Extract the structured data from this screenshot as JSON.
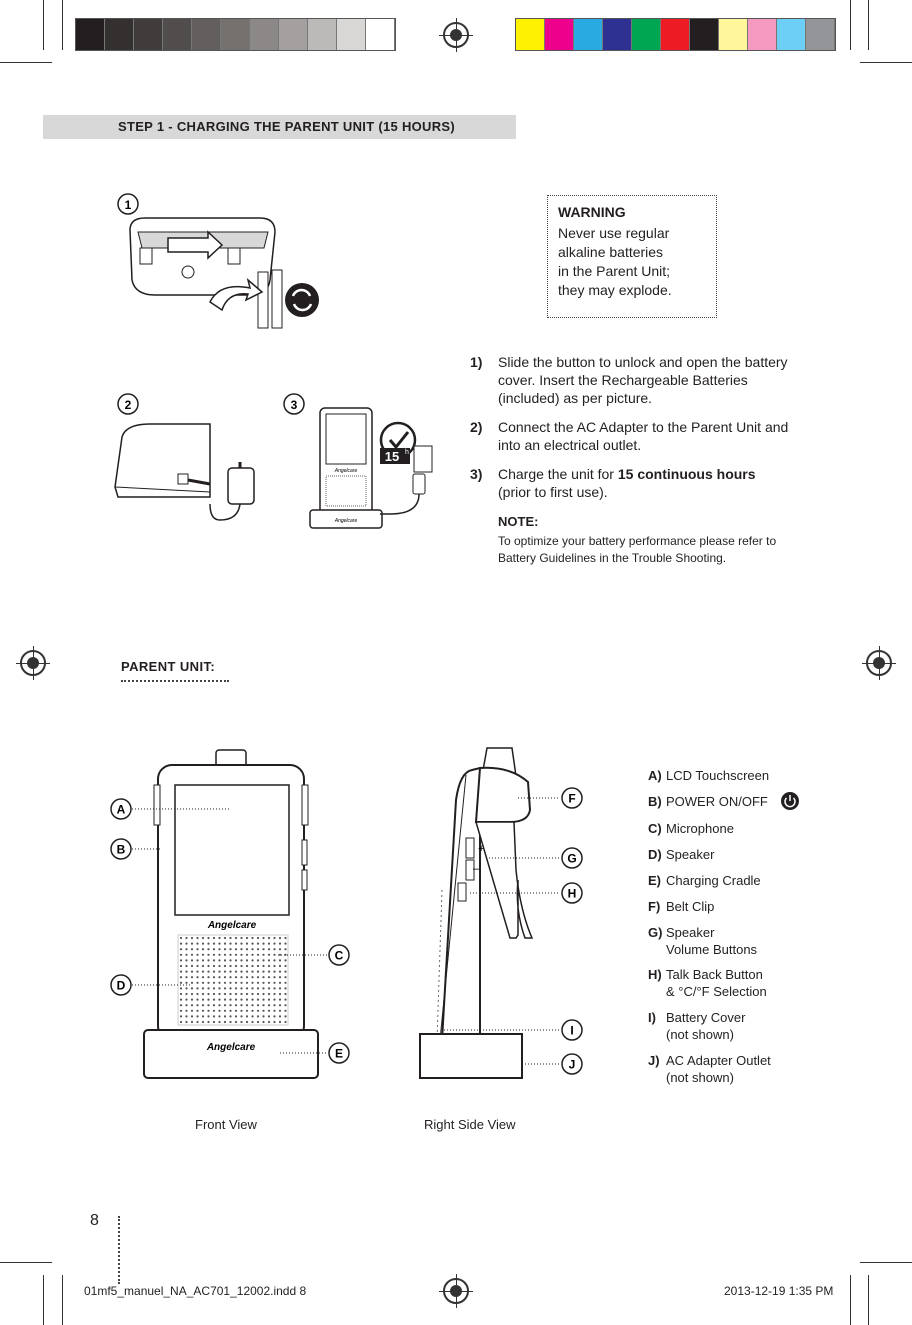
{
  "print_marks": {
    "grayscale_swatches": [
      "#231f20",
      "#33302f",
      "#403c3b",
      "#514d4c",
      "#625e5d",
      "#75716f",
      "#8c8887",
      "#a3a09f",
      "#bcbab9",
      "#d8d7d6",
      "#ffffff"
    ],
    "color_swatches": [
      "#fff200",
      "#ec008c",
      "#29abe2",
      "#2e3192",
      "#00a651",
      "#ed1c24",
      "#231f20",
      "#fff799",
      "#f49ac1",
      "#6dcff6",
      "#939598"
    ]
  },
  "step_header": {
    "title": "STEP 1 - CHARGING THE PARENT UNIT (15 HOURS)"
  },
  "figure_labels": {
    "fig1": "1",
    "fig2": "2",
    "fig3": "3",
    "timer": "15",
    "timer_unit": "h",
    "brand": "Angelcare"
  },
  "warning": {
    "title": "WARNING",
    "lines": [
      "Never use regular",
      "alkaline batteries",
      "in the Parent Unit;",
      "they may explode."
    ]
  },
  "steps": [
    {
      "num": "1)",
      "text": "Slide the button to unlock and open the battery cover. Insert the Rechargeable Batteries (included) as per picture."
    },
    {
      "num": "2)",
      "text": "Connect the AC Adapter to the Parent Unit and into an electrical outlet."
    },
    {
      "num": "3)",
      "text_before": "Charge the unit for ",
      "text_bold": "15 continuous hours",
      "text_after": " (prior to first use)."
    }
  ],
  "note": {
    "title": "NOTE:",
    "text": "To optimize your battery performance please refer to Battery Guidelines in the Trouble Shooting."
  },
  "parent_unit": {
    "title": "PARENT UNIT:",
    "callouts": {
      "a": "A",
      "b": "B",
      "c": "C",
      "d": "D",
      "e": "E",
      "f": "F",
      "g": "G",
      "h": "H",
      "i": "I",
      "j": "J"
    },
    "volume_plus": "+",
    "volume_minus": "–",
    "labels": [
      {
        "key": "A)",
        "value": "LCD Touchscreen"
      },
      {
        "key": "B)",
        "value": "POWER ON/OFF"
      },
      {
        "key": "C)",
        "value": "Microphone"
      },
      {
        "key": "D)",
        "value": "Speaker"
      },
      {
        "key": "E)",
        "value": "Charging Cradle"
      },
      {
        "key": "F)",
        "value": "Belt Clip"
      },
      {
        "key": "G)",
        "value": "Speaker",
        "value2": "Volume Buttons"
      },
      {
        "key": "H)",
        "value": "Talk Back Button",
        "value2": "& °C/°F Selection"
      },
      {
        "key": "I)",
        "value": "Battery Cover",
        "value2": "(not shown)"
      },
      {
        "key": "J)",
        "value": "AC Adapter Outlet",
        "value2": "(not shown)"
      }
    ],
    "captions": {
      "front": "Front View",
      "side": "Right Side View"
    }
  },
  "footer": {
    "page": "8",
    "file": "01mf5_manuel_NA_AC701_12002.indd   8",
    "date": "2013-12-19   1:35 PM"
  }
}
